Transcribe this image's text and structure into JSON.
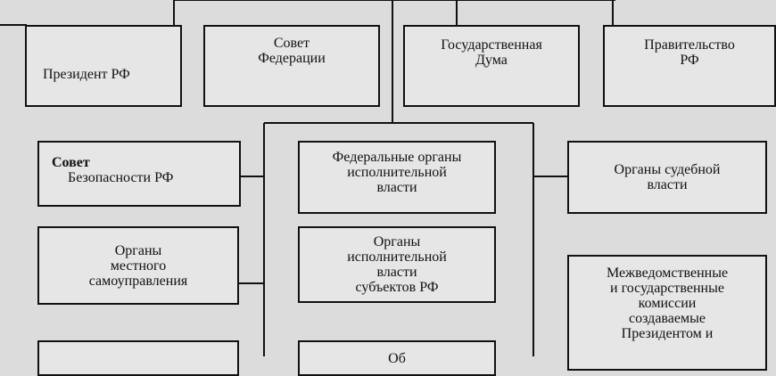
{
  "nodes": {
    "president": [
      "Президент  РФ"
    ],
    "federation_council": [
      "Совет",
      "Федерации"
    ],
    "state_duma": [
      "Государственная",
      "Дума"
    ],
    "government": [
      "Правительство",
      "РФ"
    ],
    "security_council": {
      "bold": "Совет",
      "rest": "Безопасности  РФ"
    },
    "federal_executive": [
      "Федеральные  органы",
      "исполнительной",
      "власти"
    ],
    "judicial": [
      "Органы  судебной",
      "власти"
    ],
    "local_government": [
      "Органы",
      "местного",
      "самоуправления"
    ],
    "regional_executive": [
      "Органы",
      "исполнительной",
      "власти",
      "субъектов  РФ"
    ],
    "commissions": [
      "Межведомственные",
      "и   государственные",
      "комиссии",
      "создаваемые",
      "Президентом  и"
    ],
    "bottom_middle": [
      "Об"
    ]
  }
}
